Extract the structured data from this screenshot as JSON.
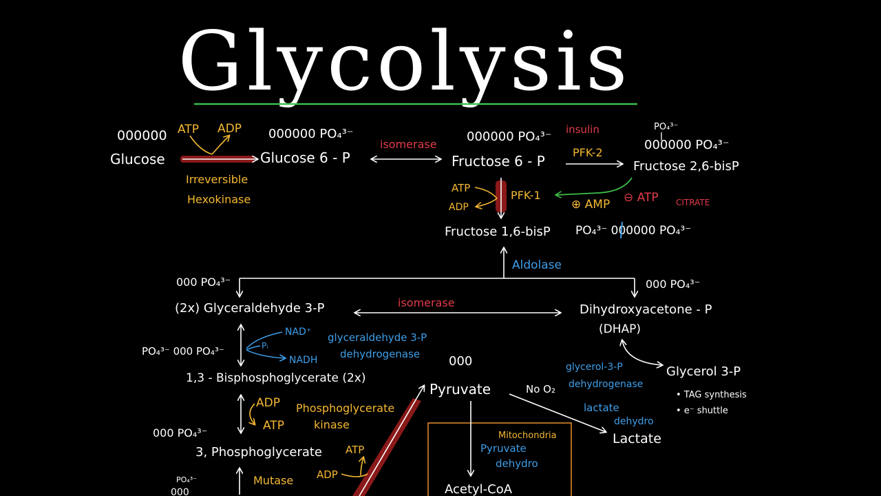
{
  "title": "Glycolysis",
  "colors": {
    "background": "#000000",
    "white": "#ffffff",
    "yellow": "#f5b833",
    "red": "#e23b4a",
    "blue": "#3f9ee8",
    "green": "#3dbf4a",
    "orange_box": "#e8902a",
    "red_arrow": "#8a1a1a"
  },
  "compounds": {
    "glucose": "Glucose",
    "glucose_6p": "Glucose 6 - P",
    "fructose_6p": "Fructose 6 - P",
    "fructose_26bisp": "Fructose 2,6-bisP",
    "fructose_16bisp": "Fructose 1,6-bisP",
    "glyceraldehyde_3p": "(2x) Glyceraldehyde 3-P",
    "dhap": "Dihydroxyacetone - P",
    "dhap_abbr": "(DHAP)",
    "glycerol_3p": "Glycerol 3-P",
    "bpg13": "1,3 - Bisphosphoglycerate (2x)",
    "pg3": "3, Phosphoglycerate",
    "pyruvate": "Pyruvate",
    "lactate": "Lactate",
    "acetyl_coa": "Acetyl-CoA"
  },
  "structures": {
    "glucose": "000000",
    "glucose_6p": "000000 PO₄³⁻",
    "fructose_6p": "000000 PO₄³⁻",
    "fructose_26bisp_top": "PO₄³⁻",
    "fructose_26bisp": "000000 PO₄³⁻",
    "fructose_16bisp": "PO₄³⁻ 000000 PO₄³⁻",
    "g3p": "000 PO₄³⁻",
    "dhap": "000 PO₄³⁻",
    "bpg13": "PO₄³⁻ 000 PO₄³⁻",
    "pg3": "000 PO₄³⁻",
    "pyruvate": "000",
    "pg2_top": "PO₄³⁻",
    "pg2": "000"
  },
  "enzymes": {
    "hexokinase": "Hexokinase",
    "irreversible": "Irreversible",
    "isomerase_1": "isomerase",
    "pfk2": "PFK-2",
    "insulin": "insulin",
    "pfk1": "PFK-1",
    "aldolase": "Aldolase",
    "isomerase_2": "isomerase",
    "g3p_dehydrogenase_1": "glyceraldehyde 3-P",
    "g3p_dehydrogenase_2": "dehydrogenase",
    "glycerol_dh_1": "glycerol-3-P",
    "glycerol_dh_2": "dehydrogenase",
    "pg_kinase_1": "Phosphoglycerate",
    "pg_kinase_2": "kinase",
    "mutase": "Mutase",
    "lactate_dh_1": "lactate",
    "lactate_dh_2": "dehydro",
    "pyruvate_dh_1": "Pyruvate",
    "pyruvate_dh_2": "dehydro"
  },
  "cofactors": {
    "atp_1": "ATP",
    "adp_1": "ADP",
    "atp_pfk": "ATP",
    "adp_pfk": "ADP",
    "amp_activator": "⊕ AMP",
    "atp_inhibitor": "⊖ ATP",
    "citrate": "CITRATE",
    "nad": "NAD⁺",
    "pi": "Pᵢ",
    "nadh": "NADH",
    "adp_pgk": "ADP",
    "atp_pgk": "ATP",
    "atp_pk": "ATP",
    "adp_pk": "ADP"
  },
  "notes": {
    "no_o2": "No O₂",
    "mitochondria": "Mitochondria",
    "tag_synthesis": "• TAG synthesis",
    "e_shuttle": "• e⁻ shuttle"
  }
}
